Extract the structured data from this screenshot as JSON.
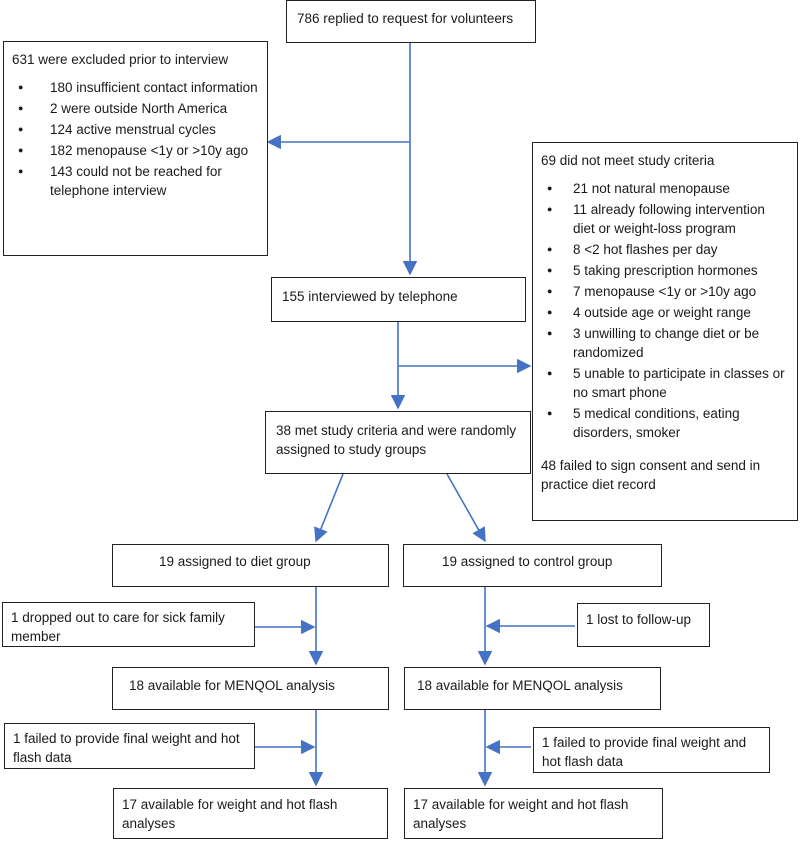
{
  "colors": {
    "arrow": "#4472c4",
    "border": "#222222",
    "text": "#1a1a1a"
  },
  "top": {
    "label": "786 replied to request for volunteers"
  },
  "excluded": {
    "title": "631 were excluded prior to interview",
    "items": [
      "180 insufficient contact information",
      "2 were outside North America",
      "124 active menstrual cycles",
      "182 menopause <1y or >10y ago",
      "143 could not be reached for telephone interview"
    ]
  },
  "interviewed": {
    "label": "155 interviewed by telephone"
  },
  "criteria": {
    "title": "69 did not meet study criteria",
    "items": [
      "21 not natural menopause",
      "11 already following intervention diet or weight-loss program",
      "8  <2 hot flashes per day",
      "5 taking prescription hormones",
      "7 menopause <1y or >10y ago",
      "4 outside age or weight range",
      "3 unwilling to change diet or be randomized",
      "5 unable to participate in classes or no smart phone",
      "5 medical conditions, eating disorders, smoker"
    ],
    "footer": "48 failed to sign consent and send in practice diet record"
  },
  "randomized": {
    "label": "38 met study criteria and were randomly assigned to study groups"
  },
  "diet": {
    "assigned": "19 assigned to diet group",
    "dropout": "1 dropped out to care for sick family member",
    "menqol": "18 available for MENQOL analysis",
    "failed": "1 failed to provide final weight and hot flash data",
    "final": "17 available for weight and hot flash analyses"
  },
  "control": {
    "assigned": "19 assigned to control group",
    "lost": "1 lost to follow-up",
    "menqol": "18 available for MENQOL analysis",
    "failed": "1 failed to provide final weight and hot flash data",
    "final": "17 available for weight and hot flash analyses"
  }
}
